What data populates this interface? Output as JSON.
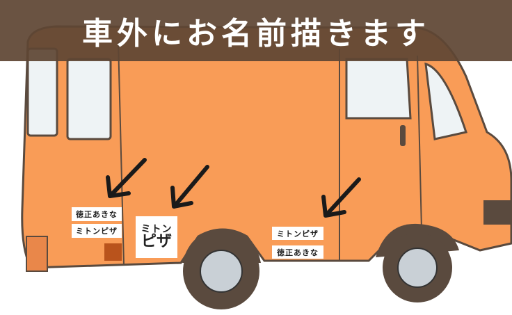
{
  "banner": {
    "title": "車外にお名前描きます"
  },
  "labels": {
    "rear_name": "徳正あきな",
    "rear_shop": "ミトンピザ",
    "side_shop": "ミトンピザ",
    "side_name": "徳正あきな"
  },
  "logo": {
    "line1": "ミトン",
    "line2": "ピザ"
  },
  "colors": {
    "body": "#f99c57",
    "outline": "#5a4a3e",
    "window": "#eef3f5",
    "banner": "#5f4634"
  }
}
